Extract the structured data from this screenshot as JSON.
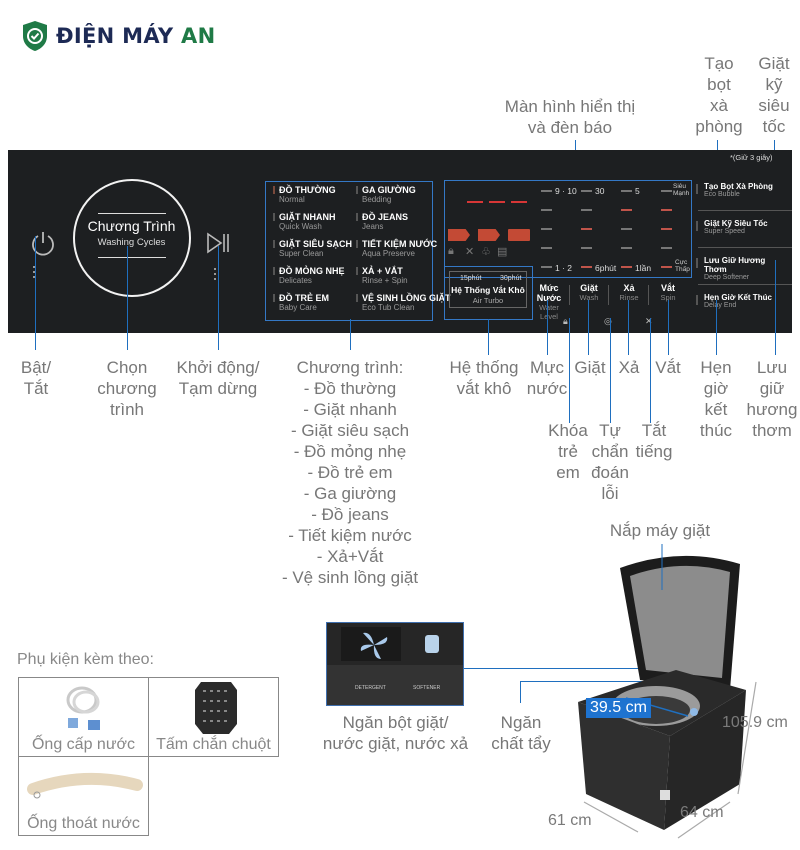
{
  "brand": {
    "name_main": "ĐIỆN MÁY",
    "name_accent": "AN",
    "colors": {
      "primary": "#1d2a55",
      "accent": "#1f7a46",
      "callout": "#1f6fbf"
    }
  },
  "top_labels": {
    "display": [
      "Màn hình hiển thị",
      "và đèn báo"
    ],
    "eco_bubble": [
      "Tạo",
      "bọt",
      "xà",
      "phòng"
    ],
    "super_speed": [
      "Giặt",
      "kỹ",
      "siêu",
      "tốc"
    ]
  },
  "panel": {
    "dial": {
      "title": "Chương Trình",
      "subtitle": "Washing Cycles"
    },
    "programs": [
      {
        "vn": "ĐỒ THƯỜNG",
        "en": "Normal"
      },
      {
        "vn": "GIẶT NHANH",
        "en": "Quick Wash"
      },
      {
        "vn": "GIẶT SIÊU SẠCH",
        "en": "Super Clean"
      },
      {
        "vn": "ĐỒ MỎNG NHẸ",
        "en": "Delicates"
      },
      {
        "vn": "ĐỒ TRẺ EM",
        "en": "Baby Care"
      },
      {
        "vn": "GA GIƯỜNG",
        "en": "Bedding"
      },
      {
        "vn": "ĐỒ JEANS",
        "en": "Jeans"
      },
      {
        "vn": "TIẾT KIỆM NƯỚC",
        "en": "Aqua Preserve"
      },
      {
        "vn": "XẢ + VẮT",
        "en": "Rinse + Spin"
      },
      {
        "vn": "VỆ SINH LỒNG GIẶT",
        "en": "Eco Tub Clean"
      }
    ],
    "display_grid": {
      "top": [
        "9 · 10",
        "30",
        "5"
      ],
      "bottom": [
        "1 · 2",
        "6phút",
        "1lần"
      ],
      "top_right": [
        "Siêu",
        "Mạnh"
      ],
      "bottom_right": [
        "Cực",
        "Thấp"
      ]
    },
    "air_turbo": {
      "t1": "15phút",
      "t2": "30phút",
      "vn": "Hệ Thống Vắt Khô",
      "en": "Air Turbo"
    },
    "columns": [
      {
        "vn": "Mức Nước",
        "en": "Water Level"
      },
      {
        "vn": "Giặt",
        "en": "Wash"
      },
      {
        "vn": "Xả",
        "en": "Rinse"
      },
      {
        "vn": "Vắt",
        "en": "Spin"
      }
    ],
    "hold_note": "*(Giữ 3 giây)",
    "right_options": [
      {
        "vn": "Tạo Bọt Xà Phòng",
        "en": "Eco Bubble"
      },
      {
        "vn": "Giặt Kỹ Siêu Tốc",
        "en": "Super Speed"
      },
      {
        "vn": "Lưu Giữ Hương Thơm",
        "en": "Deep Softener"
      },
      {
        "vn": "Hẹn Giờ Kết Thúc",
        "en": "Delay End"
      }
    ]
  },
  "bottom_labels": {
    "power": [
      "Bật/",
      "Tắt"
    ],
    "select": [
      "Chọn",
      "chương",
      "trình"
    ],
    "start": [
      "Khởi động/",
      "Tạm dừng"
    ],
    "programs_title": "Chương trình:",
    "programs_list": [
      "- Đồ thường",
      "- Giặt nhanh",
      "- Giặt siêu sạch",
      "- Đồ mỏng nhẹ",
      "- Đồ trẻ em",
      "- Ga giường",
      "- Đồ jeans",
      "- Tiết kiệm nước",
      "- Xả+Vắt",
      "- Vệ sinh lồng giặt"
    ],
    "air_turbo": [
      "Hệ thống",
      "vắt khô"
    ],
    "water_level": [
      "Mực",
      "nước"
    ],
    "wash": "Giặt",
    "rinse": "Xả",
    "spin": "Vắt",
    "child_lock": [
      "Khóa",
      "trẻ",
      "em"
    ],
    "self_diag": [
      "Tự",
      "chẩn",
      "đoán",
      "lỗi"
    ],
    "mute": [
      "Tắt",
      "tiếng"
    ],
    "delay_end": [
      "Hẹn",
      "giờ",
      "kết",
      "thúc"
    ],
    "softener": [
      "Lưu",
      "giữ",
      "hương",
      "thơm"
    ]
  },
  "machine": {
    "lid_label": "Nắp máy giặt",
    "dispenser_label": [
      "Ngăn bột giặt/",
      "nước giặt, nước xả"
    ],
    "bleach_label": [
      "Ngăn",
      "chất tẩy"
    ],
    "drawer_marks": [
      "DETERGENT",
      "SOFTENER"
    ],
    "dims": {
      "opening": "39.5 cm",
      "height": "105.9 cm",
      "depth": "64 cm",
      "width": "61 cm"
    }
  },
  "accessories": {
    "title": "Phụ kiện kèm theo:",
    "items": [
      "Ống cấp nước",
      "Tấm chắn chuột",
      "Ống thoát nước"
    ]
  }
}
